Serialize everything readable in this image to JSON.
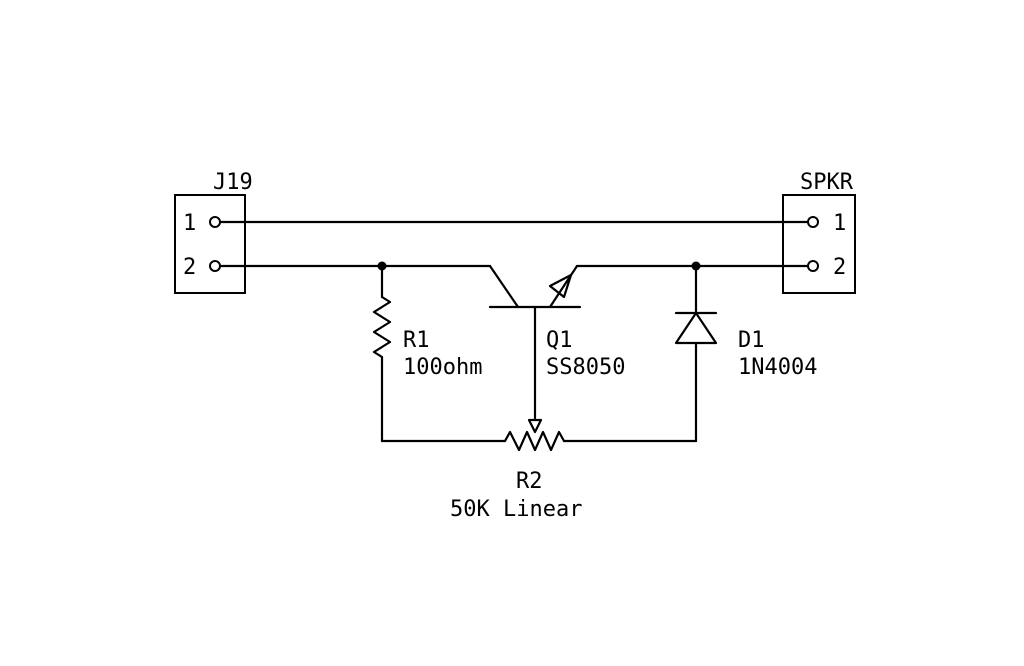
{
  "colors": {
    "line": "#000000",
    "background": "#ffffff"
  },
  "connectors": {
    "j19": {
      "ref": "J19",
      "pin1": "1",
      "pin2": "2"
    },
    "spkr": {
      "ref": "SPKR",
      "pin1": "1",
      "pin2": "2"
    }
  },
  "components": {
    "r1": {
      "ref": "R1",
      "value": "100ohm"
    },
    "q1": {
      "ref": "Q1",
      "value": "SS8050"
    },
    "d1": {
      "ref": "D1",
      "value": "1N4004"
    },
    "r2": {
      "ref": "R2",
      "value": "50K Linear"
    }
  }
}
